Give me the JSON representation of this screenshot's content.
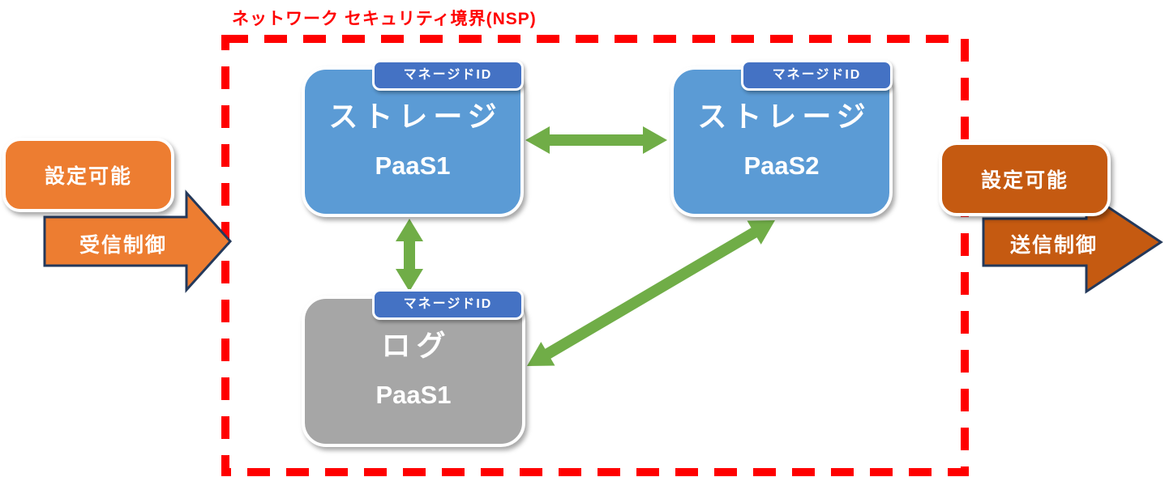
{
  "title": {
    "text": "ネットワーク セキュリティ境界(NSP)",
    "color": "#ff0000"
  },
  "perimeter": {
    "border_color": "#ff0000",
    "style": "dashed"
  },
  "nodes": {
    "storage_paas1": {
      "badge": "マネージドID",
      "line1": "ストレージ",
      "line2": "PaaS1",
      "fill": "#5b9bd5"
    },
    "storage_paas2": {
      "badge": "マネージドID",
      "line1": "ストレージ",
      "line2": "PaaS2",
      "fill": "#5b9bd5"
    },
    "log_paas1": {
      "badge": "マネージドID",
      "line1": "ログ",
      "line2": "PaaS1",
      "fill": "#a6a6a6"
    }
  },
  "left": {
    "box_label": "設定可能",
    "arrow_label": "受信制御",
    "fill": "#ed7d31"
  },
  "right": {
    "box_label": "設定可能",
    "arrow_label": "送信制御",
    "fill": "#c55a11"
  },
  "connections": [
    {
      "from": "storage_paas1",
      "to": "storage_paas2",
      "type": "bidirectional"
    },
    {
      "from": "storage_paas1",
      "to": "log_paas1",
      "type": "bidirectional"
    },
    {
      "from": "storage_paas2",
      "to": "log_paas1",
      "type": "bidirectional"
    }
  ],
  "colors": {
    "badge_fill": "#4472c4",
    "connector_green": "#70ad47",
    "block_arrow_outline": "#24395b",
    "node_blue": "#5b9bd5",
    "node_gray": "#a6a6a6",
    "inbound_orange": "#ed7d31",
    "outbound_orange": "#c55a11",
    "perimeter_red": "#ff0000"
  }
}
